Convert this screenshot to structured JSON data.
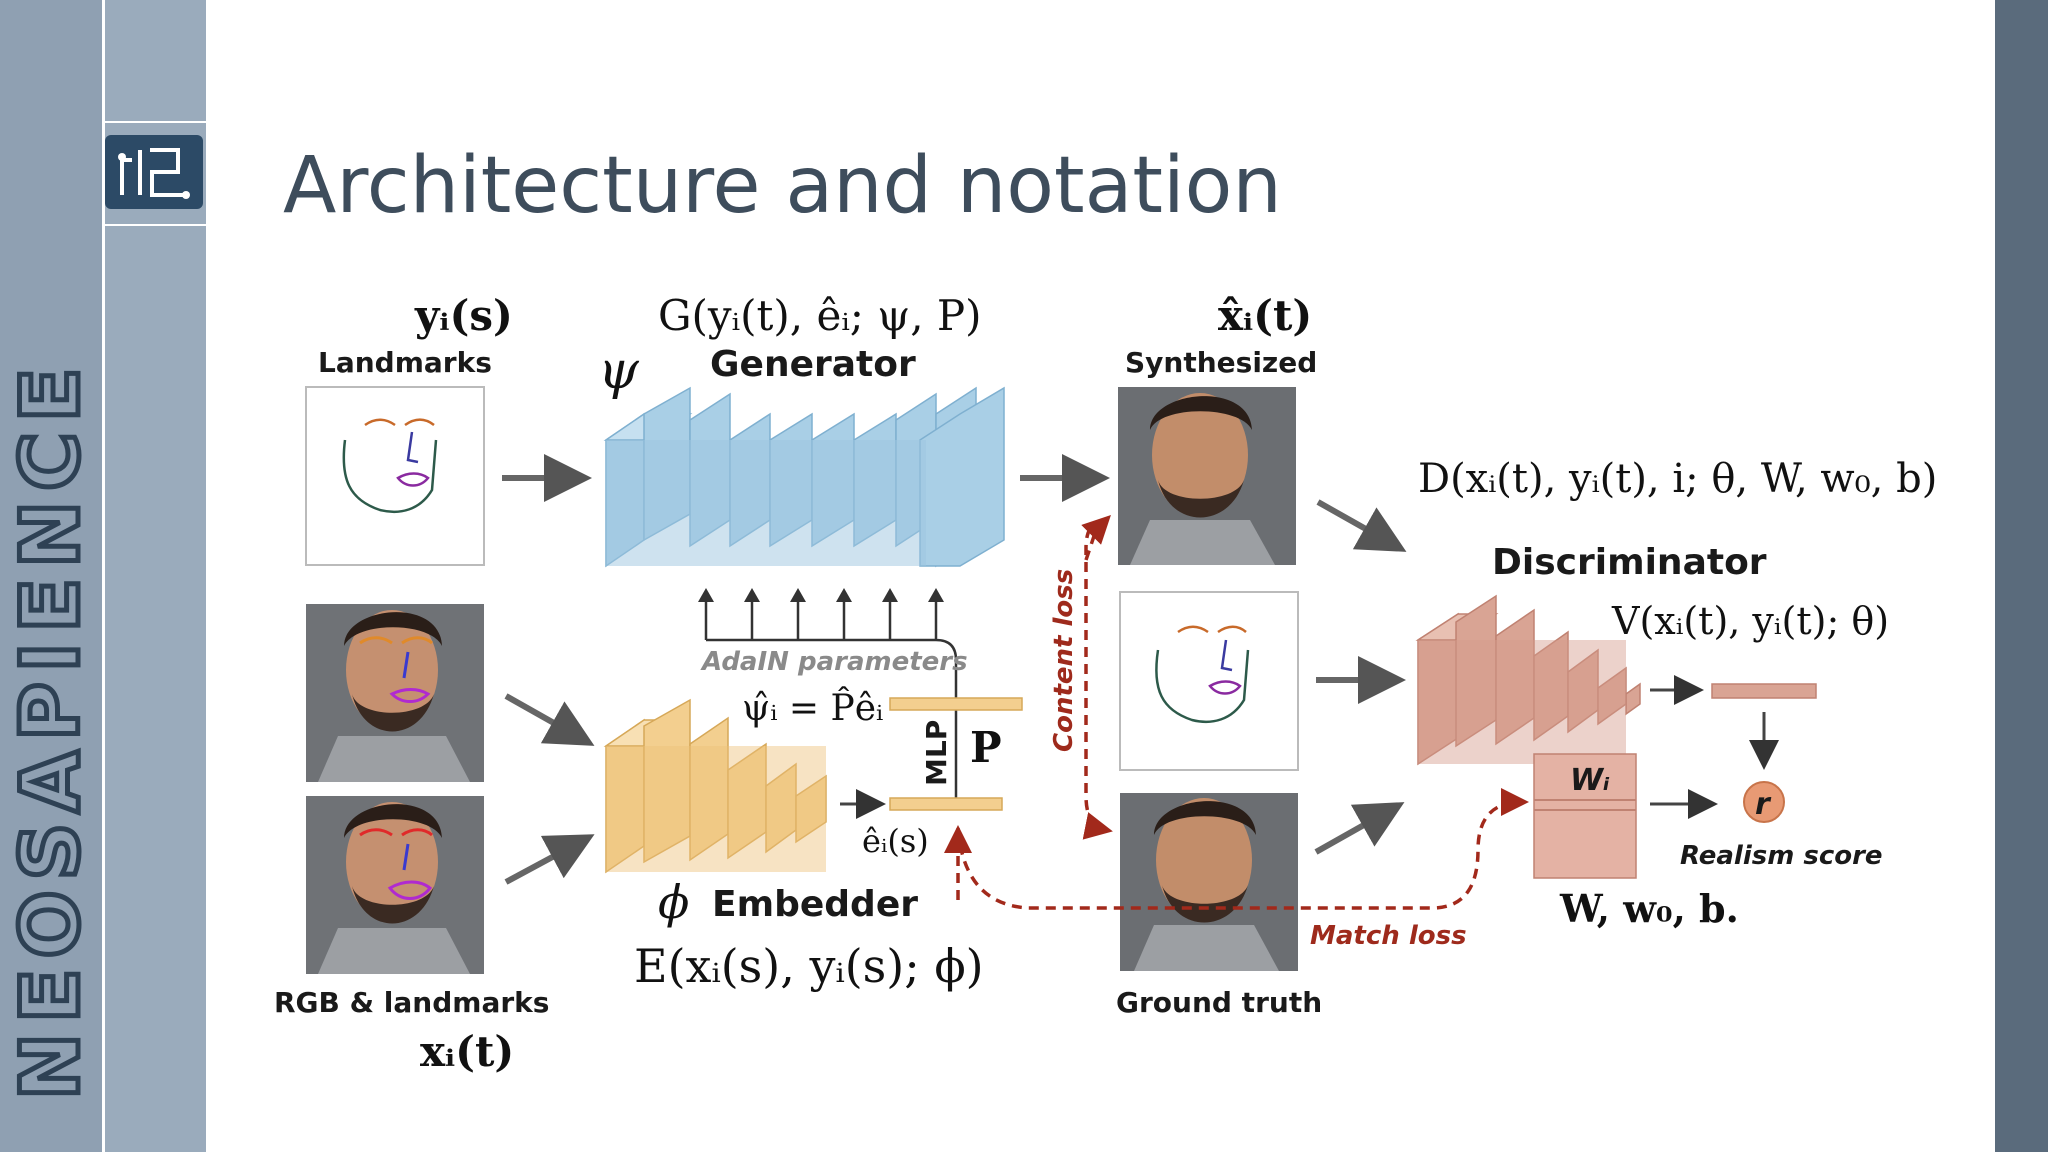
{
  "slide": {
    "title": "Architecture and notation",
    "brand": "NEOSAPIENCE",
    "logo_name": "ns-logo"
  },
  "colors": {
    "left_band": "#8fa0b2",
    "left_band_dark": "#6d7f92",
    "right_band": "#5a6b7c",
    "generator": "#a9cfe6",
    "embedder": "#f3cf8f",
    "discriminator": "#d9a494",
    "loss_red": "#a2291b"
  },
  "diagram": {
    "landmarks": {
      "math": "yᵢ(s)",
      "label": "Landmarks"
    },
    "generator": {
      "math": "G(yᵢ(t), êᵢ; ψ, P)",
      "label": "Generator",
      "psi": "ψ"
    },
    "synthesized": {
      "math": "x̂ᵢ(t)",
      "label": "Synthesized"
    },
    "discriminator": {
      "math": "D(xᵢ(t), yᵢ(t), i; θ, W, w₀, b)",
      "label": "Discriminator",
      "v_math": "V(xᵢ(t), yᵢ(t); θ)"
    },
    "adain": {
      "label": "AdaIN parameters",
      "math": "ψ̂ᵢ = P̂êᵢ"
    },
    "mlp": {
      "label": "MLP",
      "p": "P"
    },
    "embedding": {
      "math": "êᵢ(s)"
    },
    "embedder": {
      "label": "Embedder",
      "phi": "ϕ",
      "math": "E(xᵢ(s), yᵢ(s); ϕ)"
    },
    "rgb": {
      "label": "RGB & landmarks",
      "math": "xᵢ(t)"
    },
    "ground_truth": {
      "label": "Ground truth"
    },
    "content_loss": {
      "label": "Content loss"
    },
    "match_loss": {
      "label": "Match loss"
    },
    "wi": {
      "label": "Wᵢ"
    },
    "realism": {
      "symbol": "r",
      "label": "Realism score"
    },
    "params": {
      "math": "W, w₀, b."
    }
  }
}
